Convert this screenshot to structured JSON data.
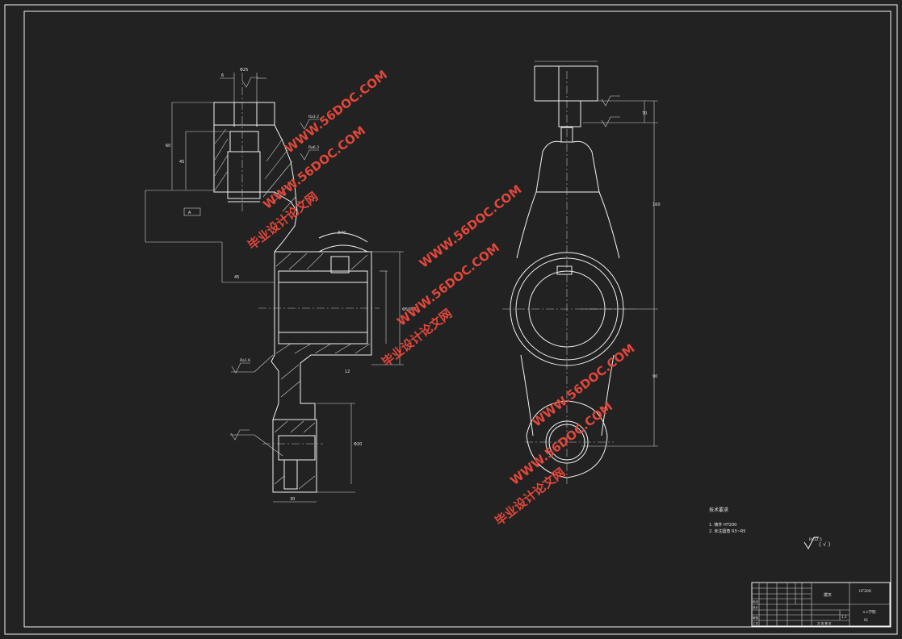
{
  "drawing": {
    "watermarks": [
      {
        "text": "毕业设计论文网"
      },
      {
        "text": "WWW.56DOC.COM"
      }
    ],
    "tech_notes": {
      "title": "技术要求",
      "lines": [
        "1. 铸件 HT200",
        "2. 未注圆角 R3~R5"
      ]
    },
    "surface_symbol": {
      "value": "Ra12.5",
      "suffix": "( √ )"
    },
    "title_block": {
      "part_name": "拨叉",
      "material": "HT200",
      "school": "××学院",
      "drawing_no": "01",
      "scale": "1:1",
      "row_labels": [
        "标记",
        "设计",
        "审核",
        "工艺"
      ],
      "sheet_info": "共 张 第 张"
    },
    "dims": {
      "top_width": "Φ25",
      "bore": "Φ50H7",
      "lower_bore": "Φ20",
      "lower_len": "30",
      "height_right": "160",
      "upper_right": "70",
      "lower_right": "90",
      "left_a": "60",
      "left_b": "45",
      "hub_len": "45",
      "offset": "12",
      "key": "6",
      "datum": "A",
      "rough1": "Ra3.2",
      "rough2": "Ra6.3",
      "rough3": "Ra1.6",
      "boss": "Φ40"
    }
  }
}
